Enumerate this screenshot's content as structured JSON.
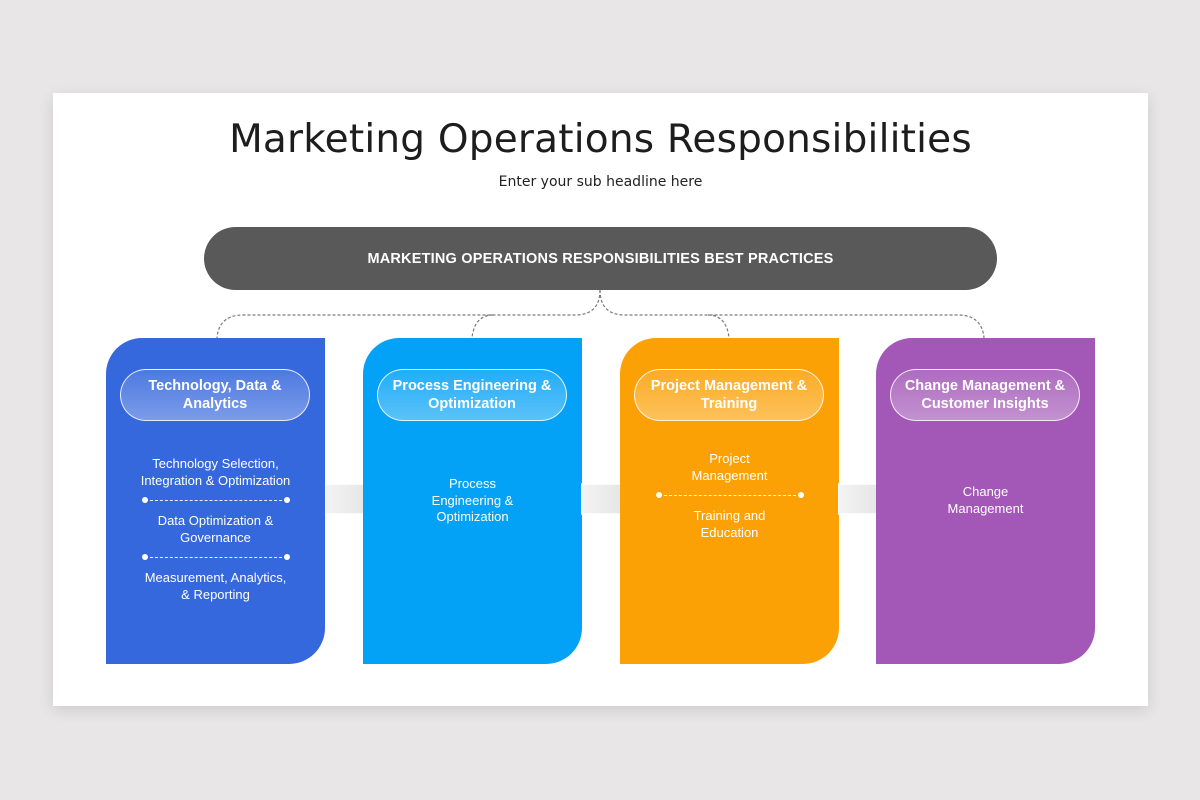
{
  "slide": {
    "title": "Marketing Operations Responsibilities",
    "subtitle": "Enter your sub headline here",
    "banner": "MARKETING OPERATIONS RESPONSIBILITIES BEST PRACTICES"
  },
  "colors": {
    "background": "#e8e6e7",
    "banner": "#595959",
    "card_1": "#3567dd",
    "card_2": "#04a2f7",
    "card_3": "#fba106",
    "card_4": "#a358b7",
    "arrow": "#e2e2e2",
    "connector": "#777777"
  },
  "cards": [
    {
      "heading": "Technology, Data & Analytics",
      "items": [
        "Technology Selection, Integration & Optimization",
        "Data Optimization & Governance",
        "Measurement, Analytics, & Reporting"
      ]
    },
    {
      "heading": "Process Engineering & Optimization",
      "items": [
        "Process Engineering & Optimization"
      ]
    },
    {
      "heading": "Project Management & Training",
      "items": [
        "Project Management",
        "Training and Education"
      ]
    },
    {
      "heading": "Change Management & Customer Insights",
      "items": [
        "Change Management"
      ]
    }
  ],
  "icons": {
    "arrows": [
      "arrow-right-icon",
      "arrow-right-icon",
      "arrow-right-icon"
    ],
    "separators": "dotted-line-with-end-dots"
  }
}
